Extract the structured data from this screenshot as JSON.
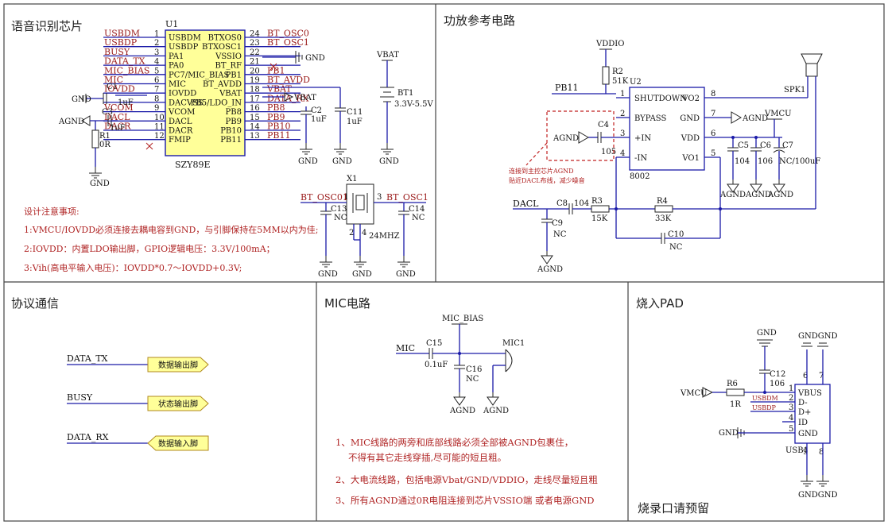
{
  "sections": {
    "chip": "语音识别芯片",
    "amp": "功放参考电路",
    "proto": "协议通信",
    "mic": "MIC电路",
    "burn": "烧入PAD",
    "burn_note": "烧录口请预留"
  },
  "u1": {
    "ref": "U1",
    "part": "SZY89E",
    "left_pins": [
      {
        "num": "1",
        "name": "USBDM",
        "net": "USBDM"
      },
      {
        "num": "2",
        "name": "USBDP",
        "net": "USBDP"
      },
      {
        "num": "3",
        "name": "PA1",
        "net": "BUSY"
      },
      {
        "num": "4",
        "name": "PA0",
        "net": "DATA_TX"
      },
      {
        "num": "5",
        "name": "PC7/MIC_BIAS",
        "net": "MIC_BIAS"
      },
      {
        "num": "6",
        "name": "MIC",
        "net": "MIC"
      },
      {
        "num": "7",
        "name": "IOVDD",
        "net": "IOVDD"
      },
      {
        "num": "8",
        "name": "DACVSS",
        "net": ""
      },
      {
        "num": "9",
        "name": "VCOM",
        "net": "VCOM"
      },
      {
        "num": "10",
        "name": "DACL",
        "net": "DACL"
      },
      {
        "num": "11",
        "name": "DACR",
        "net": "DACR"
      },
      {
        "num": "12",
        "name": "FMIP",
        "net": ""
      }
    ],
    "right_pins": [
      {
        "num": "24",
        "name": "BTXOS0",
        "net": "BT_OSC0"
      },
      {
        "num": "23",
        "name": "BTXOSC1",
        "net": "BT_OSC1"
      },
      {
        "num": "22",
        "name": "VSSIO",
        "net": ""
      },
      {
        "num": "21",
        "name": "BT_RF",
        "net": ""
      },
      {
        "num": "20",
        "name": "PB1",
        "net": "PB1"
      },
      {
        "num": "19",
        "name": "BT_AVDD",
        "net": "BT_AVDD"
      },
      {
        "num": "18",
        "name": "VBAT",
        "net": "VBAT"
      },
      {
        "num": "17",
        "name": "PB5/LDO_IN",
        "net": "DATA_RX"
      },
      {
        "num": "16",
        "name": "PB8",
        "net": "PB8"
      },
      {
        "num": "15",
        "name": "PB9",
        "net": "PB9"
      },
      {
        "num": "14",
        "name": "PB10",
        "net": "PB10"
      },
      {
        "num": "13",
        "name": "PB11",
        "net": "PB11"
      }
    ]
  },
  "chip_parts": {
    "c1": "C1",
    "c1v": "1uF",
    "c3": "C3",
    "c3v": "1uF",
    "r1": "R1",
    "r1v": "0R",
    "c2": "C2",
    "c2v": "1uF",
    "c11": "C11",
    "c11v": "1uF",
    "bt1": "BT1",
    "bt1v": "3.3V-5.5V",
    "vbat": "VBAT",
    "gnd": "GND",
    "agnd": "AGND",
    "vbat_lbl": "VBAT"
  },
  "design_notes": {
    "title": "设计注意事项:",
    "n1": "1:VMCU/IOVDD必须连接去耦电容到GND，与引脚保持在5MM以内为佳;",
    "n2": "2:IOVDD：内置LDO输出脚，GPIO逻辑电压：3.3V/100mA；",
    "n3": "3:Vih(高电平输入电压)：IOVDD*0.7～IOVDD+0.3V;"
  },
  "crystal": {
    "ref": "X1",
    "freq": "24MHZ",
    "net0": "BT_OSC01",
    "net1": "BT_OSC1",
    "c13": "C13",
    "c13v": "NC",
    "c14": "C14",
    "c14v": "NC",
    "p1": "1",
    "p2": "2",
    "p3": "3",
    "p4": "4",
    "gnd": "GND"
  },
  "amp": {
    "vddio": "VDDIO",
    "r2": "R2",
    "r2v": "51K",
    "u2": "U2",
    "part": "8002",
    "pins_left": [
      {
        "num": "1",
        "name": "SHUTDOWN"
      },
      {
        "num": "2",
        "name": "BYPASS"
      },
      {
        "num": "3",
        "name": "+IN"
      },
      {
        "num": "4",
        "name": "-IN"
      }
    ],
    "pins_right": [
      {
        "num": "8",
        "name": "VO2"
      },
      {
        "num": "7",
        "name": "GND"
      },
      {
        "num": "6",
        "name": "VDD"
      },
      {
        "num": "5",
        "name": "VO1"
      }
    ],
    "pb11": "PB11",
    "spk": "SPK1",
    "agnd": "AGND",
    "vmcu": "VMCU",
    "c4": "C4",
    "c4v": "105",
    "c5": "C5",
    "c5v": "104",
    "c6": "C6",
    "c6v": "106",
    "c7": "C7",
    "c7v": "NC/100uF",
    "dacl": "DACL",
    "c8": "C8",
    "c8v": "104",
    "r3": "R3",
    "r3v": "15K",
    "r4": "R4",
    "r4v": "33K",
    "c9": "C9",
    "c9v": "NC",
    "c10": "C10",
    "c10v": "NC",
    "note1": "连接到主控芯片AGND",
    "note2": "贴近DACL布线，减少噪音"
  },
  "proto": {
    "rows": [
      {
        "net": "DATA_TX",
        "label": "数据输出脚"
      },
      {
        "net": "BUSY",
        "label": "状态输出脚"
      },
      {
        "net": "DATA_RX",
        "label": "数据输入脚"
      }
    ]
  },
  "mic": {
    "bias": "MIC_BIAS",
    "net": "MIC",
    "c15": "C15",
    "c15v": "0.1uF",
    "c16": "C16",
    "c16v": "NC",
    "ref": "MIC1",
    "agnd": "AGND",
    "notes": [
      "1、MIC线路的两旁和底部线路必须全部被AGND包裹住，",
      "不得有其它走线穿插,尽可能的短且粗。",
      "2、大电流线路，包括电源Vbat/GND/VDDIO，走线尽量短且粗",
      "3、所有AGND通过0R电阻连接到芯片VSSIO端 或者电源GND"
    ]
  },
  "burn": {
    "gnd": "GND",
    "c12": "C12",
    "c12v": "106",
    "r6": "R6",
    "r6v": "1R",
    "vmcu": "VMCU",
    "usbdm": "USBDM",
    "usbdp": "USBDP",
    "ref": "USB1",
    "pins": [
      {
        "num": "1",
        "name": "VBUS"
      },
      {
        "num": "2",
        "name": "D-"
      },
      {
        "num": "3",
        "name": "D+"
      },
      {
        "num": "4",
        "name": "ID"
      },
      {
        "num": "5",
        "name": "GND"
      }
    ],
    "p6": "6",
    "p7": "7",
    "p8": "8",
    "p9": "9",
    "gndgnd": "GNDGND"
  }
}
